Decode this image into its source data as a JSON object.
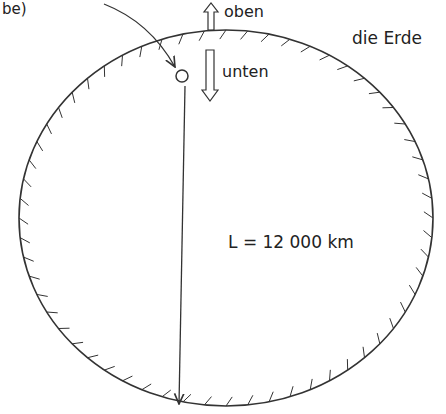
{
  "diagram": {
    "labels": [
      "be)",
      "oben",
      "unten",
      "die Erde",
      "L = 12 000 km"
    ]
  }
}
